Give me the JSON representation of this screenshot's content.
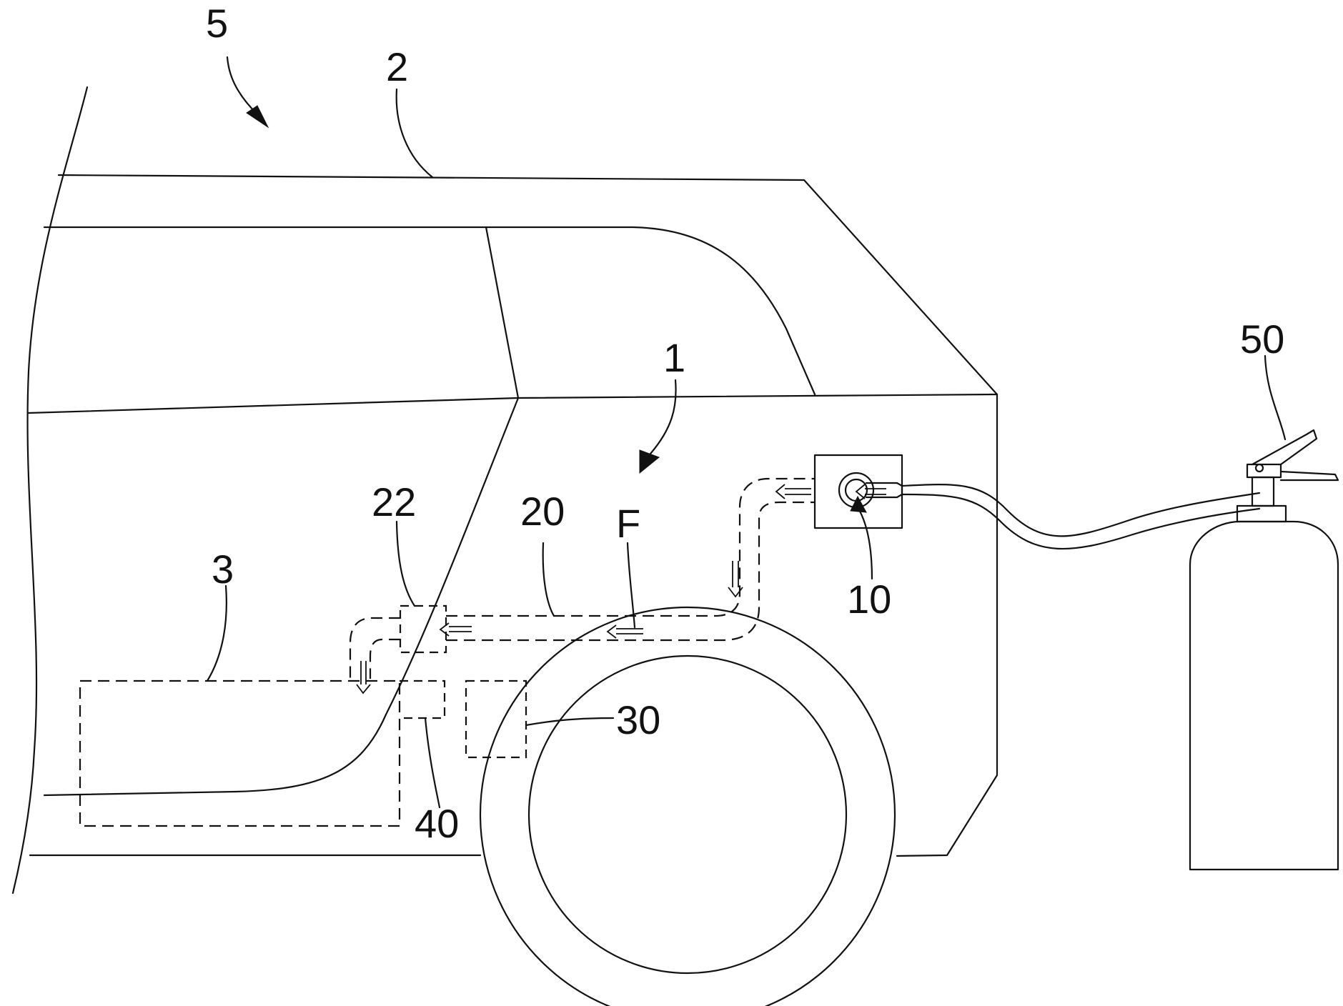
{
  "labels": {
    "vehicle": "5",
    "body": "2",
    "system": "1",
    "tank": "3",
    "module": "10",
    "pipe": "20",
    "valve": "22",
    "controller": "30",
    "sensor": "40",
    "source": "50",
    "flow": "F"
  }
}
